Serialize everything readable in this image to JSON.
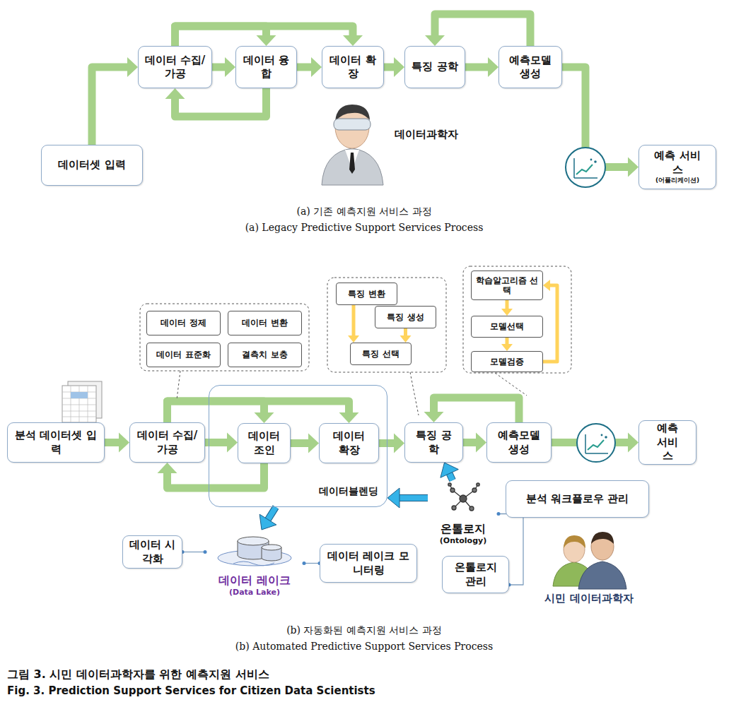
{
  "diagram": {
    "caption": "그림 3. 시민 데이터과학자를 위한 예측지원 서비스",
    "nodes": [
      {
        "text": [
          "데이터 수집/가공"
        ]
      },
      {
        "text": [
          "데이터 융합"
        ]
      },
      {
        "text": [
          "데이터 확장"
        ]
      },
      {
        "text": [
          "특징 공학"
        ]
      },
      {
        "text": [
          "예측모델 생성"
        ]
      },
      {
        "text": [
          "데이터셋 입력"
        ]
      },
      {
        "text": [
          "예측 서비스",
          "(어플리케이션)"
        ]
      },
      {
        "text": [
          "데이터 정제"
        ]
      },
      {
        "text": [
          "데이터 변환"
        ]
      },
      {
        "text": [
          "데이터 표준화"
        ]
      },
      {
        "text": [
          "결측치 보충"
        ]
      },
      {
        "text": [
          "특징 변환"
        ]
      },
      {
        "text": [
          "특징 생성"
        ]
      },
      {
        "text": [
          "특징 선택"
        ]
      },
      {
        "text": [
          "학습알고리즘 선택"
        ]
      },
      {
        "text": [
          "모델선택"
        ]
      },
      {
        "text": [
          "모델검증"
        ]
      },
      {
        "text": [
          "분석 데이터셋 입력"
        ]
      },
      {
        "text": [
          "데이터 수집/가공"
        ]
      },
      {
        "text": [
          "데이터블렌딩"
        ]
      },
      {
        "text": [
          "데이터 조인"
        ],
        "in": 19
      },
      {
        "text": [
          "데이터 확장"
        ],
        "in": 19
      },
      {
        "text": [
          "특징 공학"
        ]
      },
      {
        "text": [
          "예측모델 생성"
        ]
      },
      {
        "text": [
          "예측 서비스"
        ]
      },
      {
        "text": [
          "분석 워크플로우 관리"
        ]
      },
      {
        "text": [
          "온톨로지",
          "(Ontology)"
        ]
      },
      {
        "text": [
          "데이터 시각화"
        ]
      },
      {
        "text": [
          "데이터 레이크",
          "(Data Lake)"
        ]
      },
      {
        "text": [
          "데이터 레이크 모니터링"
        ]
      },
      {
        "text": [
          "온톨로지 관리"
        ]
      }
    ],
    "edges": [
      {
        "from": 5,
        "to": 0,
        "arrow": "to"
      },
      {
        "from": 0,
        "to": 1,
        "arrow": "to"
      },
      {
        "from": 0,
        "to": 1,
        "arrow": "to"
      },
      {
        "from": 0,
        "to": 2,
        "arrow": "to"
      },
      {
        "from": 1,
        "to": 0,
        "arrow": "to"
      },
      {
        "from": 1,
        "to": 2,
        "arrow": "to"
      },
      {
        "from": 2,
        "to": 3,
        "arrow": "to"
      },
      {
        "from": 3,
        "to": 4,
        "arrow": "to"
      },
      {
        "from": 4,
        "to": 3,
        "arrow": "to"
      },
      {
        "from": 4,
        "to": 6,
        "arrow": "to"
      },
      {
        "from": 11,
        "to": 13,
        "arrow": "to"
      },
      {
        "from": 12,
        "to": 13,
        "arrow": "to"
      },
      {
        "from": 14,
        "to": 15,
        "arrow": "to"
      },
      {
        "from": 15,
        "to": 16,
        "arrow": "to"
      },
      {
        "from": 16,
        "to": 14,
        "arrow": "to"
      },
      {
        "from": 17,
        "to": 18,
        "arrow": "to"
      },
      {
        "from": 18,
        "to": 20,
        "arrow": "to"
      },
      {
        "from": 18,
        "to": 20,
        "arrow": "to"
      },
      {
        "from": 18,
        "to": 21,
        "arrow": "to"
      },
      {
        "from": 20,
        "to": 18,
        "arrow": "to"
      },
      {
        "from": 20,
        "to": 21,
        "arrow": "to"
      },
      {
        "from": 21,
        "to": 22,
        "arrow": "to"
      },
      {
        "from": 22,
        "to": 23,
        "arrow": "to"
      },
      {
        "from": 23,
        "to": 22,
        "arrow": "to"
      },
      {
        "from": 23,
        "to": 24,
        "arrow": "to"
      },
      {
        "from": 26,
        "to": 22,
        "arrow": "to"
      },
      {
        "from": 26,
        "to": 19,
        "arrow": "to"
      },
      {
        "from": 19,
        "to": 28,
        "arrow": "to"
      },
      {
        "from": 27,
        "to": 28,
        "arrow": "none"
      },
      {
        "from": 29,
        "to": 28,
        "arrow": "none"
      },
      {
        "from": 30,
        "to": 26,
        "arrow": "none"
      }
    ],
    "labels": [
      "데이터과학자",
      "(a) 기존 예측지원 서비스 과정",
      "(a) Legacy Predictive Support Services Process",
      "(b) 자동화된 예측지원 서비스 과정",
      "(b) Automated Predictive Support Services Process",
      "시민 데이터과학자",
      "Fig. 3. Prediction Support Services for Citizen Data Scientists"
    ]
  }
}
